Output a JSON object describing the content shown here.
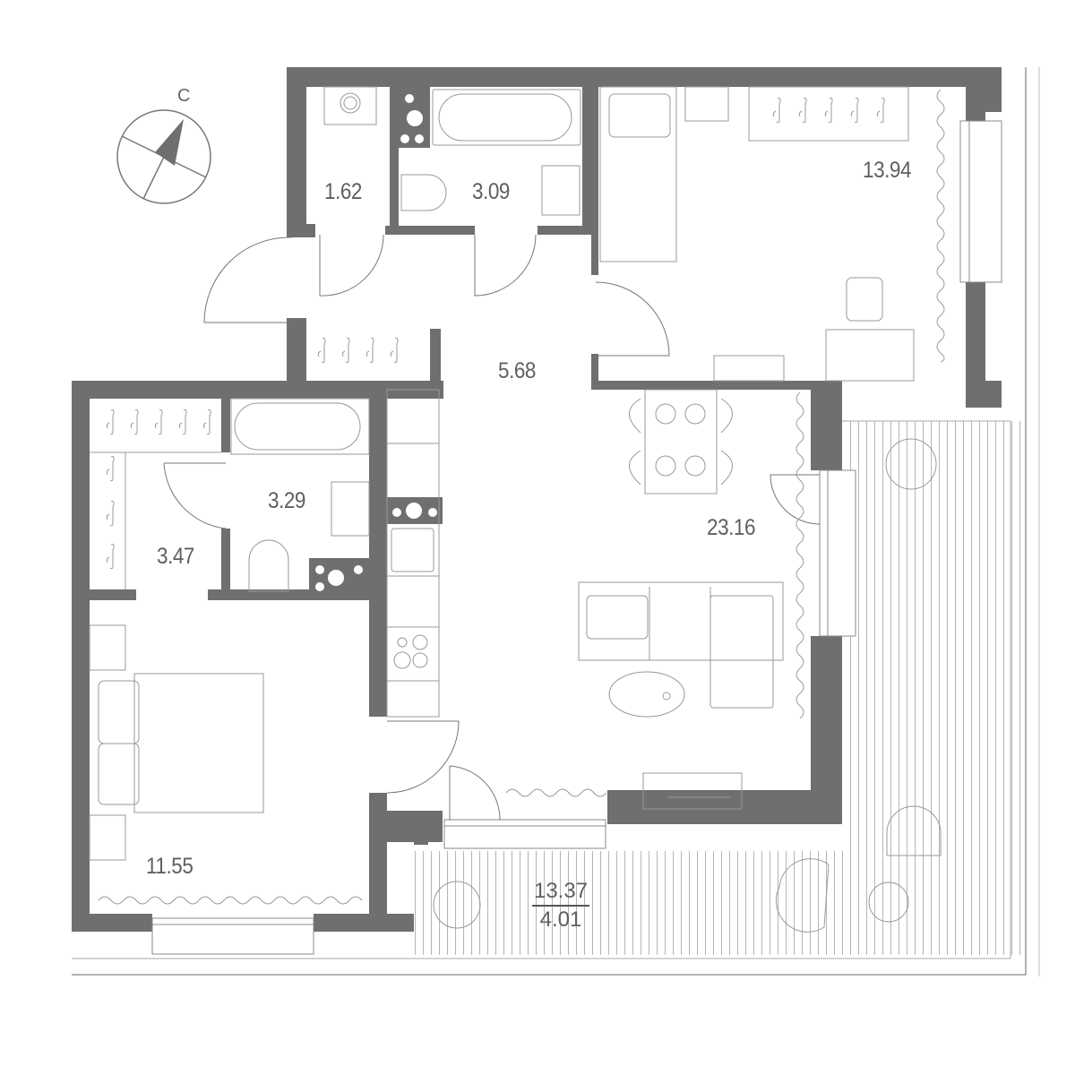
{
  "compass": {
    "north_label": "С",
    "icon": "compass-north-arrow"
  },
  "colors": {
    "wall": "#6f6f6f",
    "line": "#8a8a8a",
    "label": "#5f5f5f",
    "background": "#ffffff"
  },
  "rooms": {
    "laundry": {
      "area": "1.62"
    },
    "bathroom_top": {
      "area": "3.09"
    },
    "bedroom_top": {
      "area": "13.94"
    },
    "hallway": {
      "area": "5.68"
    },
    "wardrobe": {
      "area": "3.47"
    },
    "bathroom_left": {
      "area": "3.29"
    },
    "living_kitchen": {
      "area": "23.16"
    },
    "bedroom_bottom": {
      "area": "11.55"
    },
    "terrace": {
      "area_total": "13.37",
      "area_reduced": "4.01"
    }
  }
}
